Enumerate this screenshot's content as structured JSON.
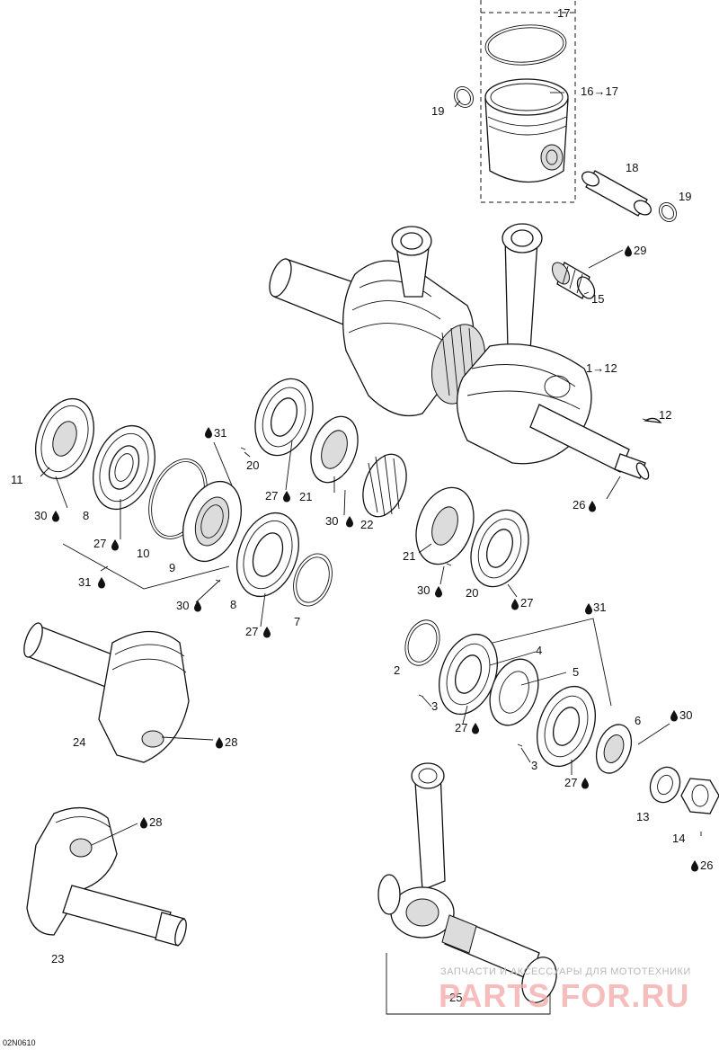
{
  "labels": {
    "l17": "17",
    "l16_17": "16→17",
    "l19a": "19",
    "l18": "18",
    "l19b": "19",
    "l29": "29",
    "l15": "15",
    "l1_12": "1→12",
    "l12": "12",
    "l26a": "26",
    "l11": "11",
    "l31a": "31",
    "l20a": "20",
    "l27a": "27",
    "l21a": "21",
    "l30a": "30",
    "l8a": "8",
    "l27b": "27",
    "l10": "10",
    "l30b": "30",
    "l22": "22",
    "l9": "9",
    "l31b": "31",
    "l30c": "30",
    "l8b": "8",
    "l27c": "27",
    "l7": "7",
    "l21b": "21",
    "l30d": "30",
    "l20b": "20",
    "l27d": "27",
    "l31c": "31",
    "l4": "4",
    "l2": "2",
    "l5": "5",
    "l3a": "3",
    "l27e": "27",
    "l6": "6",
    "l30e": "30",
    "l3b": "3",
    "l27f": "27",
    "l24": "24",
    "l28a": "28",
    "l13": "13",
    "l14": "14",
    "l26b": "26",
    "l28b": "28",
    "l23": "23",
    "l25": "25"
  },
  "watermark": {
    "line1": "ЗАПЧАСТИ И АКСЕССУАРЫ ДЛЯ МОТОТЕХНИКИ",
    "line2": "PARTS FOR.RU"
  },
  "figure_code": "02N0610",
  "icons": {
    "lubricant": "oil-drop-icon"
  },
  "colors": {
    "line": "#111111",
    "watermark_red": "#f4a8a8",
    "watermark_grey": "#b8b8b8"
  }
}
